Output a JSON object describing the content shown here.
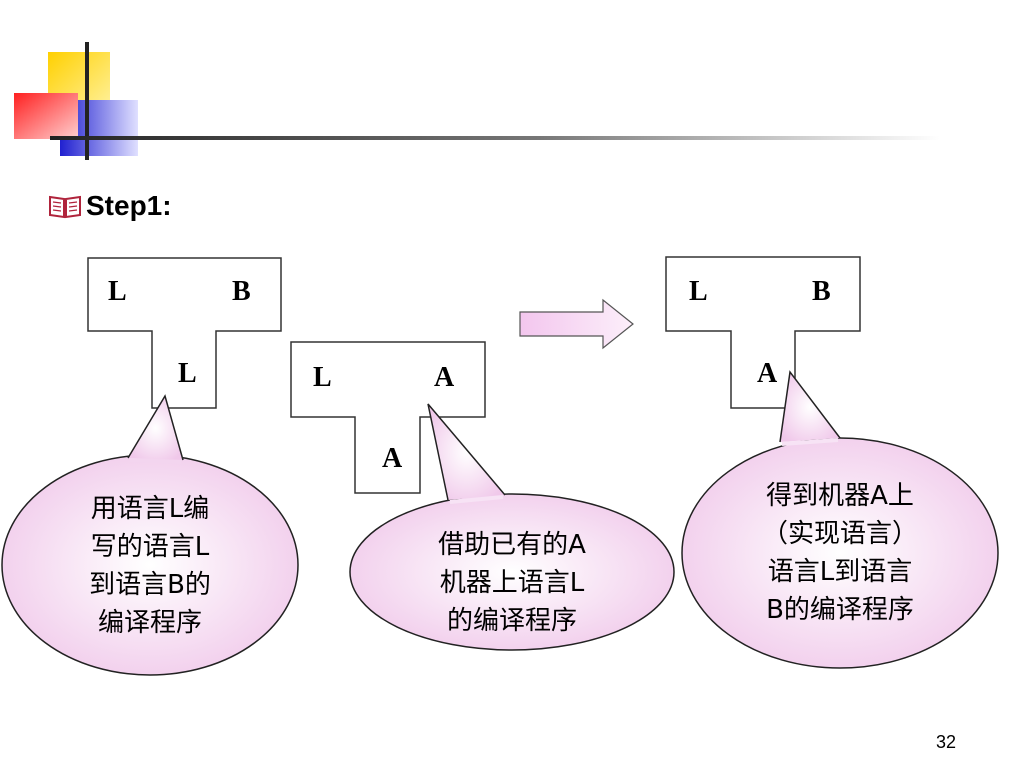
{
  "slide": {
    "step_title": "Step1:",
    "page_number": "32",
    "icon": "book-icon"
  },
  "diagrams": {
    "t_left": {
      "top_left": "L",
      "top_right": "B",
      "stem": "L"
    },
    "t_mid": {
      "top_left": "L",
      "top_right": "A",
      "stem": "A"
    },
    "t_right": {
      "top_left": "L",
      "top_right": "B",
      "stem": "A"
    }
  },
  "bubbles": {
    "left": {
      "lines": [
        "用语言L编",
        "写的语言L",
        "到语言B的",
        "编译程序"
      ]
    },
    "middle": {
      "lines": [
        "借助已有的A",
        "机器上语言L",
        "的编译程序"
      ]
    },
    "right": {
      "lines": [
        "得到机器A上",
        "（实现语言）",
        "语言L到语言",
        "B的编译程序"
      ]
    }
  },
  "colors": {
    "yellow": "#FFD700",
    "red": "#FF3B3B",
    "blue": "#2B2BD6",
    "bubble_fill": "#F7D9F2",
    "arrow_fill": "#F2C8EC"
  }
}
